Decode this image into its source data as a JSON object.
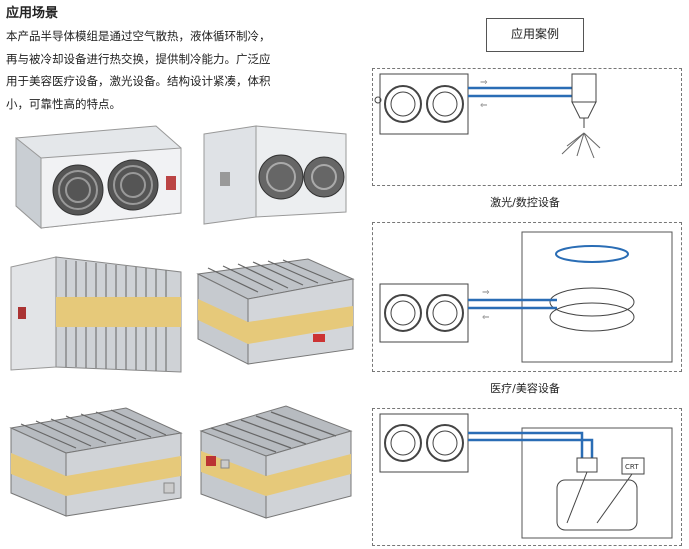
{
  "section_title": "应用场景",
  "description_lines": [
    "本产品半导体模组是通过空气散热，液体循环制冷，",
    "再与被冷却设备进行热交换，提供制冷能力。广泛应",
    "用于美容医疗设备，激光设备。结构设计紧凑，体积",
    "小，可靠性高的特点。"
  ],
  "case_label": "应用案例",
  "cases": [
    {
      "caption": "激光/数控设备"
    },
    {
      "caption": "医疗/美容设备"
    },
    {
      "caption": "",
      "crt_label": "CRT"
    }
  ],
  "colors": {
    "pipe_blue": "#2a6db5",
    "heatsink_yellow": "#e6c97a",
    "housing_gray": "#d9dde2"
  }
}
